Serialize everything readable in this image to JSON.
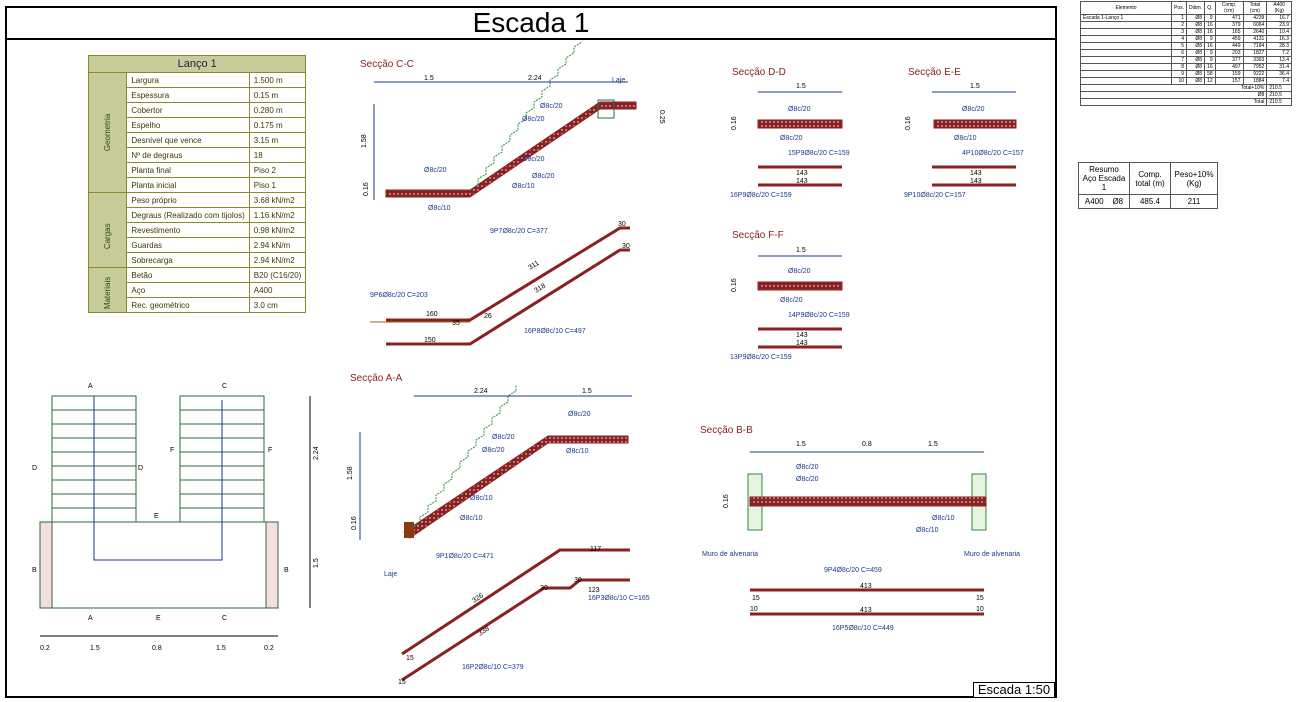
{
  "drawing": {
    "title": "Escada 1",
    "scale": "Escada 1:50"
  },
  "lanco_table": {
    "header": "Lanço 1",
    "groups": [
      {
        "name": "Geometria",
        "rows": [
          [
            "Largura",
            "1.500 m"
          ],
          [
            "Espessura",
            "0.15 m"
          ],
          [
            "Cobertor",
            "0.280 m"
          ],
          [
            "Espelho",
            "0.175 m"
          ],
          [
            "Desnível que vence",
            "3.15 m"
          ],
          [
            "Nº de degraus",
            "18"
          ],
          [
            "Planta final",
            "Piso 2"
          ],
          [
            "Planta inicial",
            "Piso 1"
          ]
        ]
      },
      {
        "name": "Cargas",
        "rows": [
          [
            "Peso próprio",
            "3.68 kN/m2"
          ],
          [
            "Degraus (Realizado com tijolos)",
            "1.16 kN/m2"
          ],
          [
            "Revestimento",
            "0.98 kN/m2"
          ],
          [
            "Guardas",
            "2.94 kN/m"
          ],
          [
            "Sobrecarga",
            "2.94 kN/m2"
          ]
        ]
      },
      {
        "name": "Materiais",
        "rows": [
          [
            "Betão",
            "B20 (C16/20)"
          ],
          [
            "Aço",
            "A400"
          ],
          [
            "Rec. geométrico",
            "3.0 cm"
          ]
        ]
      }
    ]
  },
  "bars_table": {
    "headers": [
      "Elemento",
      "Pos.",
      "Diâm.",
      "Q.",
      "Comp. (cm)",
      "Total (cm)",
      "A400 (Kg)"
    ],
    "element": "Escada 1-Lanço 1",
    "rows": [
      [
        "1",
        "Ø8",
        "9",
        "471",
        "4239",
        "16.7"
      ],
      [
        "2",
        "Ø8",
        "16",
        "379",
        "6064",
        "23.9"
      ],
      [
        "3",
        "Ø8",
        "16",
        "165",
        "2640",
        "10.4"
      ],
      [
        "4",
        "Ø8",
        "9",
        "459",
        "4131",
        "16.3"
      ],
      [
        "5",
        "Ø8",
        "16",
        "449",
        "7184",
        "28.3"
      ],
      [
        "6",
        "Ø8",
        "9",
        "203",
        "1827",
        "7.2"
      ],
      [
        "7",
        "Ø8",
        "9",
        "377",
        "3393",
        "13.4"
      ],
      [
        "8",
        "Ø8",
        "16",
        "497",
        "7952",
        "31.4"
      ],
      [
        "9",
        "Ø8",
        "58",
        "159",
        "9222",
        "36.4"
      ],
      [
        "10",
        "Ø8",
        "12",
        "157",
        "1884",
        "7.4"
      ]
    ],
    "total_label": "Total+10%",
    "total_value": "210.5",
    "sum_label": "Ø8",
    "sum_value": "210.5",
    "grand_label": "Total",
    "grand_value": "210.5"
  },
  "summary_table": {
    "headers": [
      "Resumo Aço Escada 1",
      "Comp. total (m)",
      "Peso+10% (Kg)"
    ],
    "row": [
      "A400",
      "Ø8",
      "485.4",
      "211"
    ]
  },
  "sections": {
    "cc": {
      "title": "Secção C-C",
      "dims": [
        "1.5",
        "2.24",
        "0.25",
        "1.58",
        "0.16"
      ],
      "laje": "Laje",
      "labels": [
        "Ø8c/20",
        "Ø8c/20",
        "Ø8c/20",
        "Ø8c/20",
        "Ø8c/10",
        "Ø8c/20",
        "Ø8c/10"
      ],
      "bars": [
        "9P7Ø8c/20 C=377",
        "9P6Ø8c/20 C=203",
        "16P8Ø8c/10 C=497"
      ],
      "lens": [
        "30",
        "30",
        "311",
        "318",
        "160",
        "150",
        "35",
        "26"
      ]
    },
    "aa": {
      "title": "Secção A-A",
      "dims": [
        "2.24",
        "1.5",
        "1.58",
        "0.16"
      ],
      "laje": "Laje",
      "labels": [
        "Ø8c/20",
        "Ø8c/10",
        "Ø8c/20",
        "Ø8c/20",
        "Ø8c/10",
        "Ø8c/10"
      ],
      "bars": [
        "9P1Ø8c/20 C=471",
        "16P3Ø8c/10 C=165",
        "16P2Ø8c/10 C=379"
      ],
      "lens": [
        "117",
        "326",
        "338",
        "30",
        "30",
        "123",
        "15",
        "15"
      ]
    },
    "dd": {
      "title": "Secção D-D",
      "dims": [
        "1.5",
        "0.16"
      ],
      "labels": [
        "Ø8c/20",
        "Ø8c/20"
      ],
      "bars": [
        "15P9Ø8c/20 C=159",
        "16P9Ø8c/20 C=159"
      ],
      "lens": [
        "143",
        "143"
      ]
    },
    "ee": {
      "title": "Secção E-E",
      "dims": [
        "1.5",
        "0.16"
      ],
      "labels": [
        "Ø8c/20",
        "Ø8c/10"
      ],
      "bars": [
        "4P10Ø8c/20 C=157",
        "9P10Ø8c/20 C=157"
      ],
      "lens": [
        "143",
        "143"
      ]
    },
    "ff": {
      "title": "Secção F-F",
      "dims": [
        "1.5",
        "0.16"
      ],
      "labels": [
        "Ø8c/20",
        "Ø8c/20"
      ],
      "bars": [
        "14P9Ø8c/20 C=159",
        "13P9Ø8c/20 C=159"
      ],
      "lens": [
        "143",
        "143"
      ]
    },
    "bb": {
      "title": "Secção B-B",
      "dims": [
        "1.5",
        "0.8",
        "1.5",
        "0.16"
      ],
      "labels": [
        "Ø8c/20",
        "Ø8c/20",
        "Ø8c/10",
        "Ø8c/10"
      ],
      "wall": "Muro de alvenaria",
      "bars": [
        "9P4Ø8c/20 C=459",
        "16P5Ø8c/10 C=449"
      ],
      "lens": [
        "413",
        "413",
        "15",
        "15",
        "10",
        "10"
      ]
    }
  },
  "plan": {
    "dims": [
      "0.2",
      "1.5",
      "0.8",
      "1.5",
      "0.2",
      "2.24",
      "1.5"
    ],
    "cuts": [
      "A",
      "C",
      "D",
      "D",
      "F",
      "F",
      "E",
      "B",
      "B",
      "A",
      "E",
      "C"
    ]
  }
}
